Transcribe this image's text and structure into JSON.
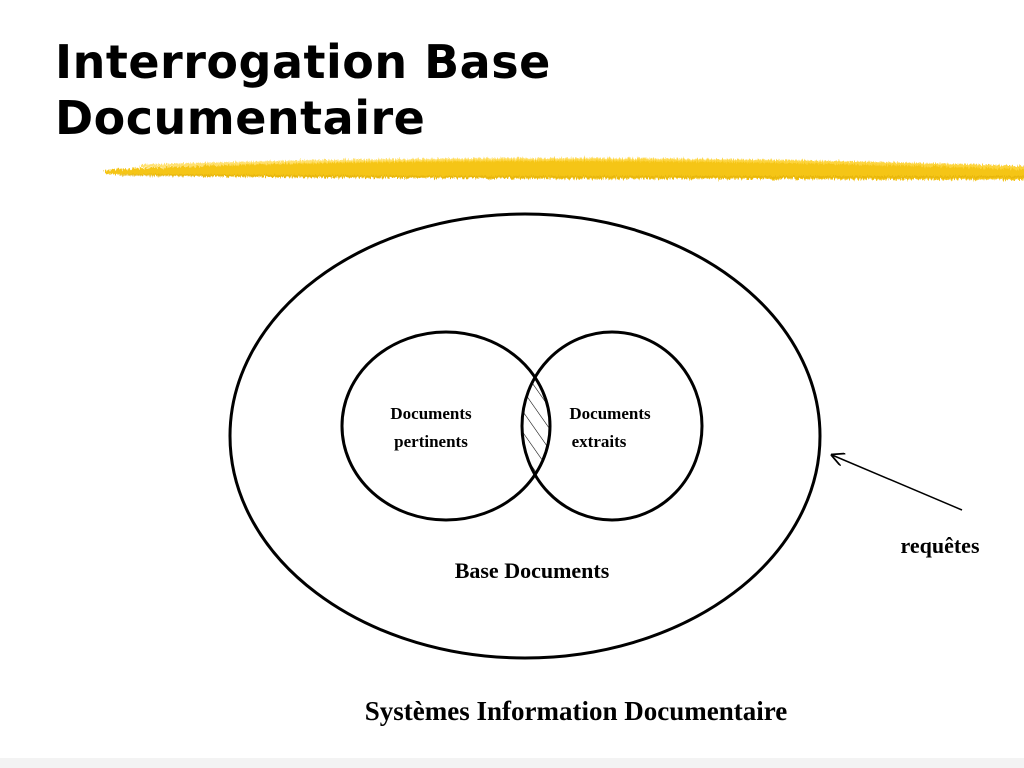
{
  "slide": {
    "title_line1": "Interrogation Base",
    "title_line2": "Documentaire",
    "underline_color": "#F5C518"
  },
  "diagram": {
    "left_set_label_line1": "Documents",
    "left_set_label_line2": "pertinents",
    "right_set_label_line1": "Documents",
    "right_set_label_line2": "extraits",
    "outer_set_label": "Base Documents",
    "arrow_label": "requêtes",
    "intersection_fill": "hatched",
    "caption": "Systèmes Information Documentaire"
  }
}
